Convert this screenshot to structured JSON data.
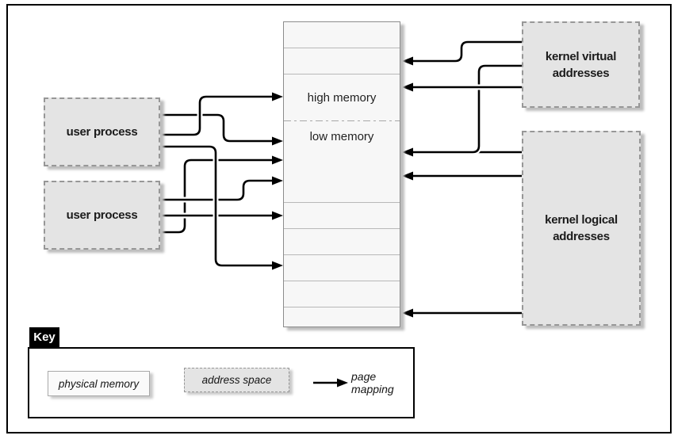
{
  "column": {
    "label_high": "high memory",
    "label_low": "low memory"
  },
  "boxes": {
    "user_process_1": {
      "label": "user process"
    },
    "user_process_2": {
      "label": "user process"
    },
    "kernel_virtual": {
      "line1": "kernel virtual",
      "line2": "addresses"
    },
    "kernel_logical": {
      "line1": "kernel logical",
      "line2": "addresses"
    }
  },
  "key": {
    "title": "Key",
    "items": {
      "physical_memory": "physical memory",
      "address_space": "address space",
      "page_mapping": "page mapping"
    }
  },
  "mappings": [
    {
      "from": "user process (top)",
      "to": "physical memory page in high memory"
    },
    {
      "from": "user process (top)",
      "to": "physical memory page in low memory"
    },
    {
      "from": "user process (top)",
      "to": "physical memory page in low memory (lower)"
    },
    {
      "from": "user process (bottom)",
      "to": "physical memory page in low memory"
    },
    {
      "from": "user process (bottom)",
      "to": "physical memory page in low memory"
    },
    {
      "from": "user process (bottom)",
      "to": "physical memory page in low memory"
    },
    {
      "from": "kernel virtual addresses",
      "to": "physical memory page (top region)"
    },
    {
      "from": "kernel virtual addresses",
      "to": "physical memory page in high memory"
    },
    {
      "from": "kernel virtual addresses",
      "to": "physical memory page in low memory (shared with kernel logical)"
    },
    {
      "from": "kernel logical addresses",
      "to": "physical memory page in low memory"
    },
    {
      "from": "kernel logical addresses",
      "to": "physical memory page in low memory"
    },
    {
      "from": "kernel logical addresses",
      "to": "physical memory page (bottom)"
    }
  ],
  "colors": {
    "line": "#000000",
    "frame": "#000000",
    "address_space_fill": "#e4e4e4",
    "physical_memory_fill": "#f7f7f7",
    "dashed_border": "#979797",
    "shadow": "#bdbdbd"
  }
}
